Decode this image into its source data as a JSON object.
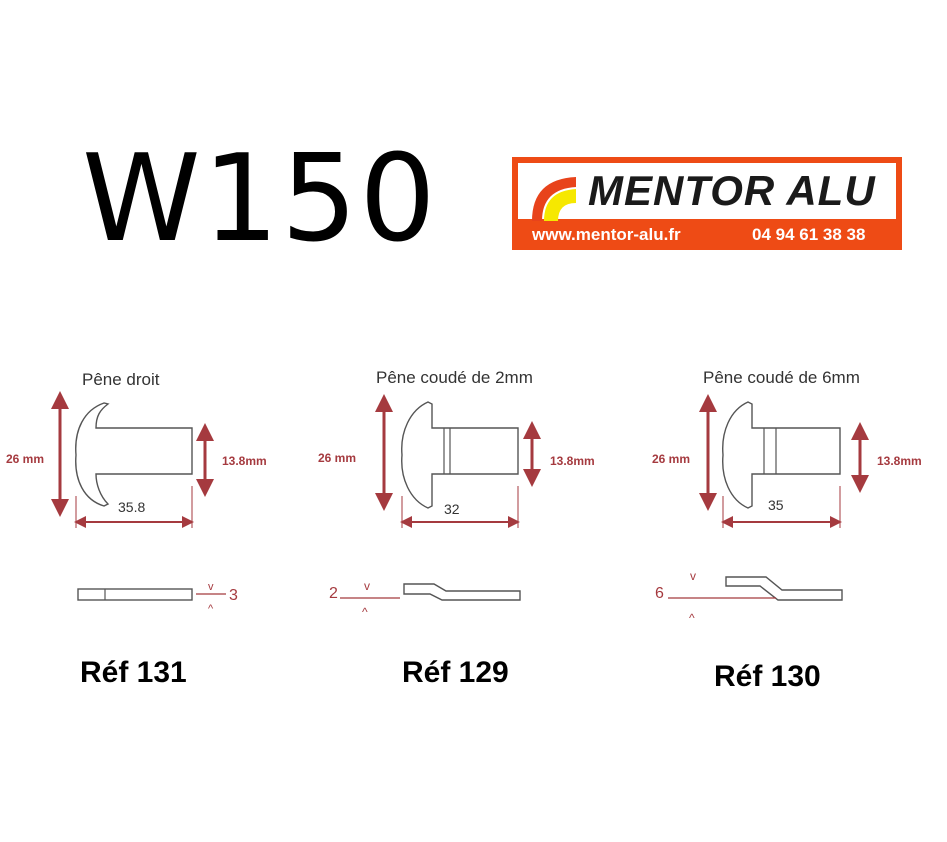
{
  "title": "W150",
  "logo": {
    "name": "MENTOR ALU",
    "url": "www.mentor-alu.fr",
    "phone": "04 94 61 38 38",
    "colors": {
      "background": "#ee4b15",
      "arc_red": "#e8431b",
      "arc_yellow": "#f6e800"
    }
  },
  "items": [
    {
      "caption": "Pêne droit",
      "height": "26 mm",
      "width": "13.8mm",
      "length": "35.8",
      "offset": "3",
      "ref": "Réf 131"
    },
    {
      "caption": "Pêne coudé de 2mm",
      "height": "26 mm",
      "width": "13.8mm",
      "length": "32",
      "offset": "2",
      "ref": "Réf 129"
    },
    {
      "caption": "Pêne coudé de 6mm",
      "height": "26 mm",
      "width": "13.8mm",
      "length": "35",
      "offset": "6",
      "ref": "Réf 130"
    }
  ],
  "colors": {
    "dimension": "#a53a3f",
    "outline": "#555555"
  }
}
